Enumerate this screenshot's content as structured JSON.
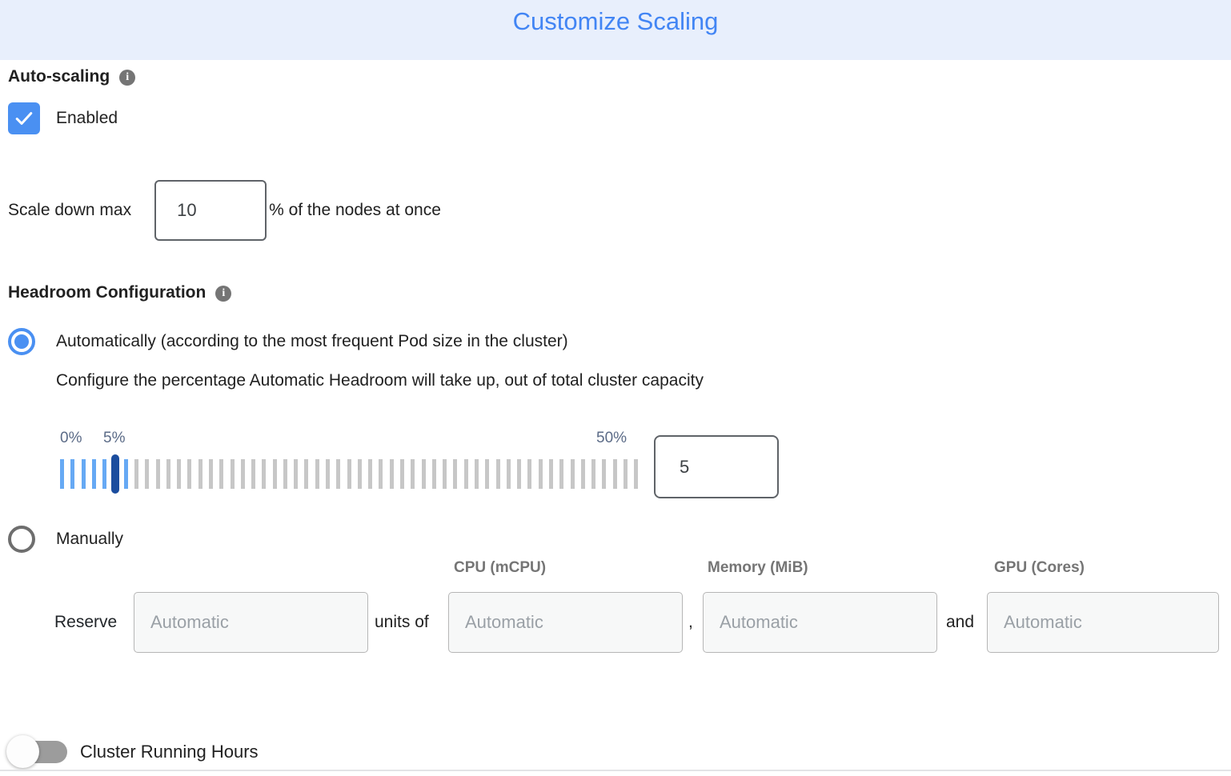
{
  "header": {
    "title": "Customize Scaling"
  },
  "colors": {
    "header_bg": "#e8effc",
    "title_blue": "#4285f4",
    "accent_blue": "#4a90f2",
    "tick_blue": "#66a9f4",
    "tick_gray": "#c7c7c7",
    "handle_navy": "#1b4d9e",
    "toggle_track": "#9c9c9c"
  },
  "icons": {
    "info_glyph": "i"
  },
  "auto_scaling": {
    "label": "Auto-scaling",
    "enabled_label": "Enabled",
    "enabled": true,
    "scale_down": {
      "prefix": "Scale down max",
      "value": "10",
      "suffix": "% of the nodes at once"
    }
  },
  "headroom": {
    "label": "Headroom Configuration",
    "automatic_label": "Automatically (according to the most frequent Pod size in the cluster)",
    "automatic_selected": true,
    "automatic_description": "Configure the percentage Automatic Headroom will take up, out of total cluster capacity",
    "slider": {
      "min_label": "0%",
      "current_label": "5%",
      "max_label": "50%",
      "value": "5",
      "tick_count": 55,
      "filled_ticks": 7,
      "handle_index": 5
    },
    "manually_label": "Manually",
    "manually_selected": false,
    "manual": {
      "columns": [
        "CPU (mCPU)",
        "Memory (MiB)",
        "GPU (Cores)"
      ],
      "reserve_label": "Reserve",
      "units_of_label": "units of",
      "comma": ",",
      "and_label": "and",
      "placeholder": "Automatic"
    }
  },
  "cluster_running_hours": {
    "label": "Cluster Running Hours",
    "enabled": false
  }
}
